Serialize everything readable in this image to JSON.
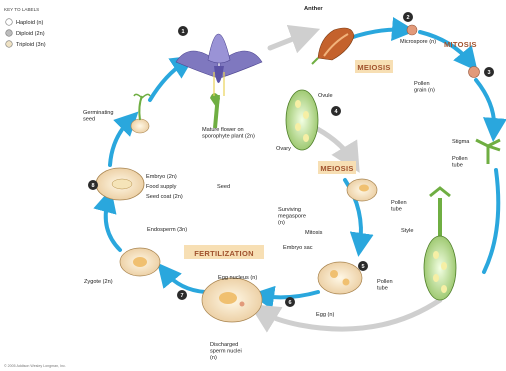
{
  "key": {
    "title": "KEY TO LABELS",
    "items": [
      {
        "label": "Haploid (n)",
        "color": "#ffffff"
      },
      {
        "label": "Diploid (2n)",
        "color": "#bdbdbd"
      },
      {
        "label": "Triploid (3n)",
        "color": "#efe2c4"
      }
    ]
  },
  "phases": {
    "meiosis_top": "MEIOSIS",
    "mitosis": "MITOSIS",
    "meiosis_mid": "MEIOSIS",
    "fertilization": "FERTILIZATION"
  },
  "steps": [
    "1",
    "2",
    "3",
    "4",
    "5",
    "6",
    "7",
    "8"
  ],
  "labels": {
    "anther": "Anther",
    "microspore": "Microspore (n)",
    "pollen_grain": "Pollen grain (n)",
    "stigma": "Stigma",
    "pollen_tube_1": "Pollen tube",
    "pollen_tube_2": "Pollen tube",
    "style": "Style",
    "pollen_tube_3": "Pollen tube",
    "ovule": "Ovule",
    "ovary": "Ovary",
    "mature_flower": "Mature flower on sporophyte plant (2n)",
    "germinating_seed": "Germinating seed",
    "embryo": "Embryo (2n)",
    "food_supply": "Food supply",
    "seed_coat": "Seed coat (2n)",
    "seed": "Seed",
    "surviving_megaspore": "Surviving megaspore (n)",
    "mitosis_small": "Mitosis",
    "embryo_sac": "Embryo sac",
    "egg": "Egg (n)",
    "endosperm": "Endosperm (3n)",
    "egg_nucleus": "Egg nucleus (n)",
    "zygote": "Zygote (2n)",
    "discharged_sperm": "Discharged sperm nuclei (n)"
  },
  "colors": {
    "cycle_arrow": "#2aa7dd",
    "step_circle": "#2b2b2b",
    "phase_box": "#f7dfb4",
    "microspore": "#e29a7a",
    "anther": "#c4622c",
    "petal": "#7f78bf",
    "stem": "#6fae42",
    "gray_arrow": "#cfcfcf"
  },
  "copyright": "© 2005 Addison Wesley Longman, Inc."
}
